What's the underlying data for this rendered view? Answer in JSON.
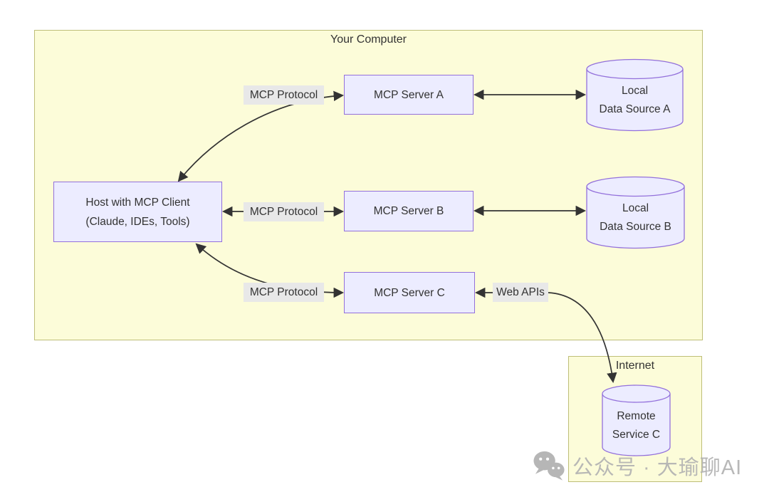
{
  "diagram": {
    "clusters": {
      "your_computer": {
        "title": "Your Computer"
      },
      "internet": {
        "title": "Internet"
      }
    },
    "nodes": {
      "host": {
        "lines": [
          "Host with MCP Client",
          "(Claude, IDEs, Tools)"
        ]
      },
      "server_a": {
        "label": "MCP Server A"
      },
      "server_b": {
        "label": "MCP Server B"
      },
      "server_c": {
        "label": "MCP Server C"
      },
      "data_source_a": {
        "lines": [
          "Local",
          "Data Source A"
        ]
      },
      "data_source_b": {
        "lines": [
          "Local",
          "Data Source B"
        ]
      },
      "remote_service_c": {
        "lines": [
          "Remote",
          "Service C"
        ]
      }
    },
    "edge_labels": {
      "host_server_a": "MCP Protocol",
      "host_server_b": "MCP Protocol",
      "host_server_c": "MCP Protocol",
      "server_c_remote": "Web APIs"
    },
    "colors": {
      "cluster_fill": "#FCFCD9",
      "cluster_border": "#BEBE78",
      "node_fill": "#ECECFF",
      "node_border": "#9370DB",
      "edge_label_bg": "#E8E8E8",
      "arrow": "#333333",
      "text": "#333333",
      "watermark_gray": "#B3B3B3"
    }
  },
  "watermark": {
    "text": "公众号 · 大瑜聊AI",
    "icon": "wechat-icon"
  }
}
